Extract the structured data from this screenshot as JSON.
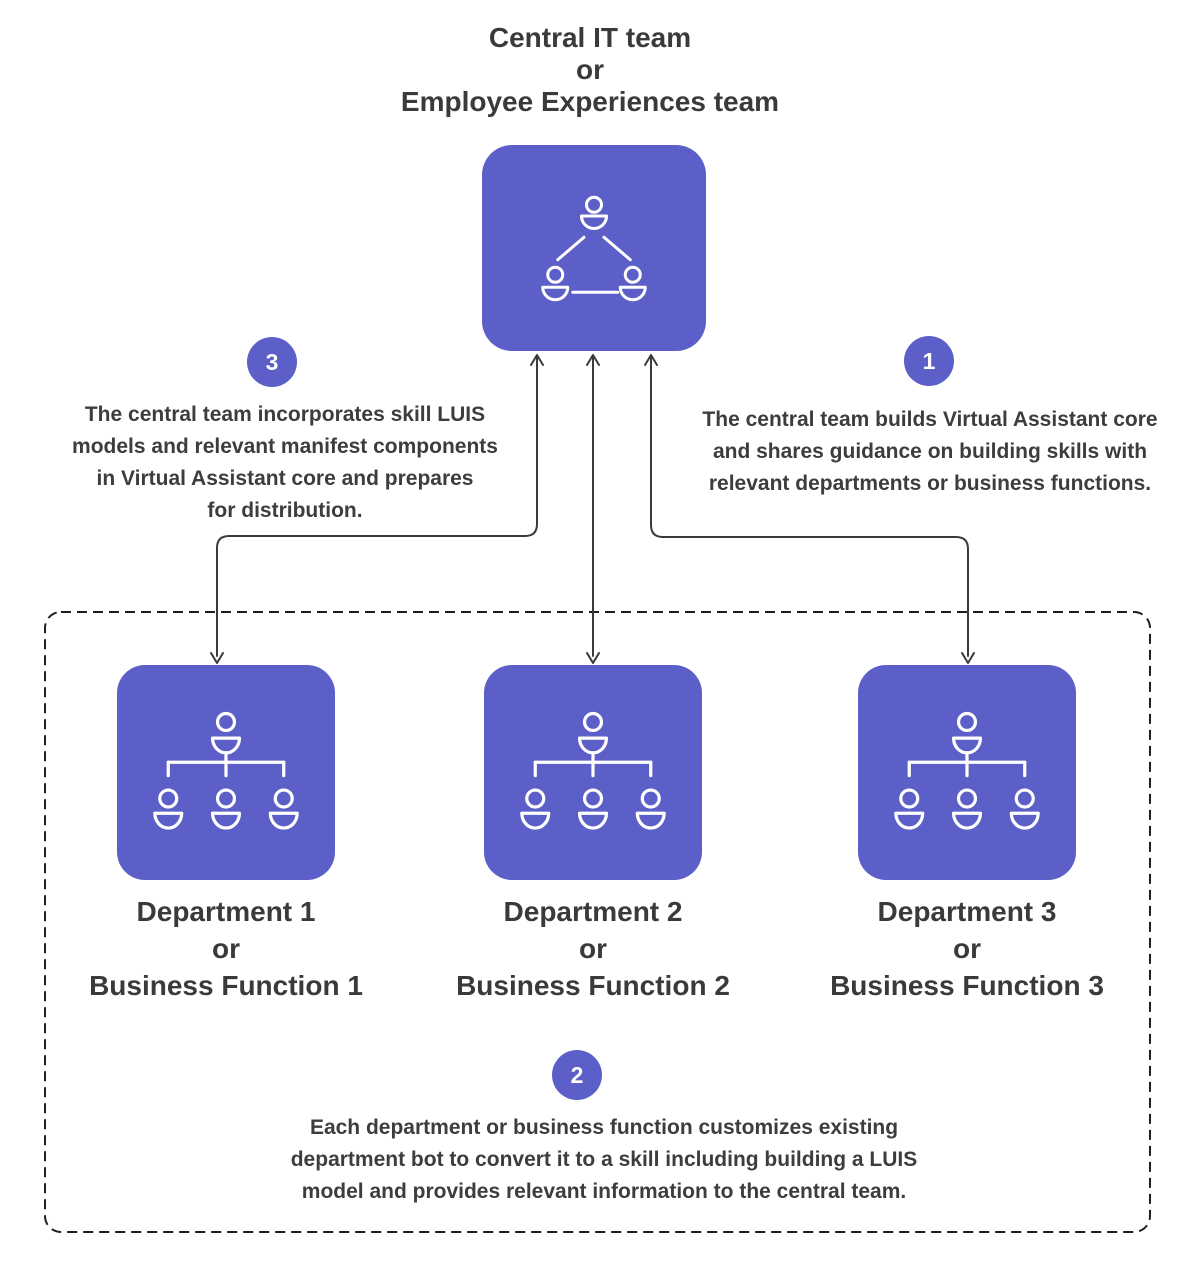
{
  "diagram_title_lines": [
    "Central IT team",
    "or",
    "Employee Experiences team"
  ],
  "central_team": {
    "icon": "team-network-icon",
    "description": "Central IT team or Employee Experiences team box"
  },
  "steps": {
    "step1": {
      "number": "1",
      "lines": [
        "The central team builds Virtual Assistant core",
        "and shares guidance on building skills with",
        "relevant departments or business functions."
      ]
    },
    "step2": {
      "number": "2",
      "lines": [
        "Each department or business function customizes existing",
        "department bot to convert it to a skill including building a LUIS",
        "model and provides relevant information to the central team."
      ]
    },
    "step3": {
      "number": "3",
      "lines": [
        "The central team incorporates skill LUIS",
        "models and relevant manifest components",
        "in Virtual Assistant core and prepares",
        "for distribution."
      ]
    }
  },
  "departments": [
    {
      "icon": "org-chart-icon",
      "label_lines": [
        "Department 1",
        "or",
        "Business Function 1"
      ]
    },
    {
      "icon": "org-chart-icon",
      "label_lines": [
        "Department 2",
        "or",
        "Business Function 2"
      ]
    },
    {
      "icon": "org-chart-icon",
      "label_lines": [
        "Department 3",
        "or",
        "Business Function 3"
      ]
    }
  ],
  "colors": {
    "accent_purple": "#5b5fc7",
    "icon_stroke": "#ffffff",
    "connector_line": "#3b3a39",
    "text": "#3d3d3f",
    "badge_text": "#ffffff",
    "dashed_boundary": "#1f1f1f",
    "background": "#ffffff"
  }
}
